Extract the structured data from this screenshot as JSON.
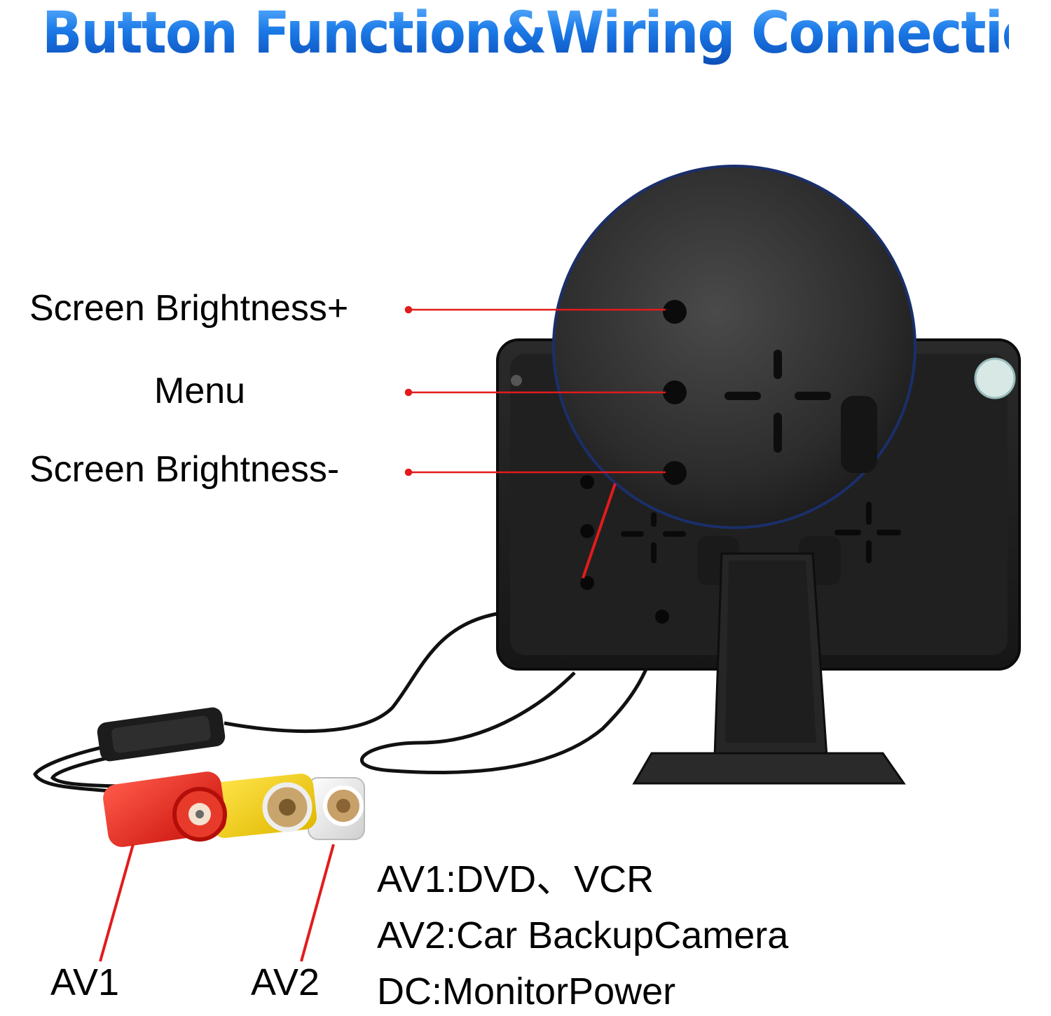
{
  "title": "Button Function&Wiring Connection",
  "buttons": {
    "brightness_plus": "Screen Brightness+",
    "menu": "Menu",
    "brightness_minus": "Screen Brightness-"
  },
  "connectors": {
    "av1": "AV1",
    "av2": "AV2"
  },
  "legend": [
    "AV1:DVD、VCR",
    "AV2:Car BackupCamera",
    "DC:MonitorPower"
  ],
  "colors": {
    "title": "#1a78e6",
    "pointer": "#e31b1b",
    "monitor_body": "#1c1c1c"
  },
  "icons": [
    "monitor-back",
    "zoom-lens",
    "rca-red",
    "rca-yellow",
    "rca-white"
  ]
}
